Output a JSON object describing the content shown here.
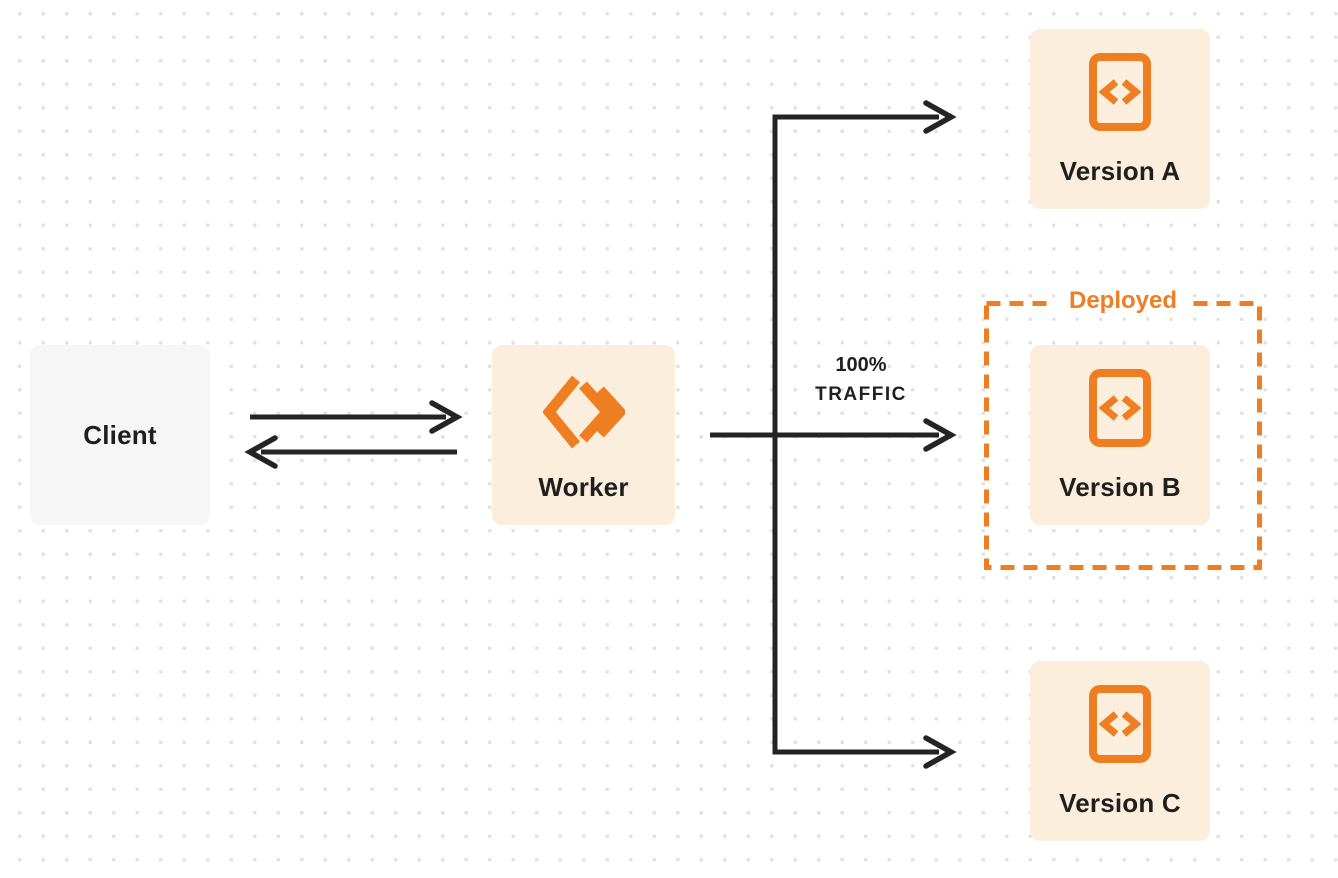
{
  "colors": {
    "accent_orange": "#ef7e23",
    "box_cream": "#fbeedd",
    "box_gray": "#f6f6f7",
    "ink": "#1f1f1f",
    "arrow": "#242424",
    "dot_grid": "#e2e2e2",
    "background": "#ffffff"
  },
  "nodes": {
    "client": {
      "label": "Client"
    },
    "worker": {
      "label": "Worker"
    },
    "version_a": {
      "label": "Version A"
    },
    "version_b": {
      "label": "Version B"
    },
    "version_c": {
      "label": "Version C"
    }
  },
  "annotations": {
    "traffic_line1": "100%",
    "traffic_line2": "TRAFFIC",
    "deployed": "Deployed"
  }
}
